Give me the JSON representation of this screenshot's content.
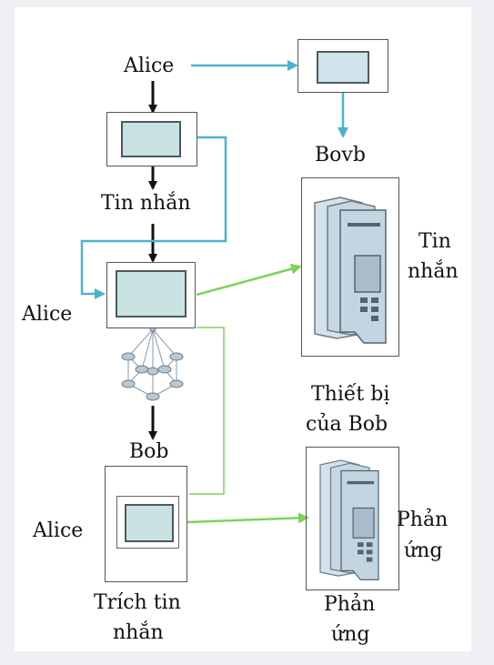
{
  "colors": {
    "blue_arrow": "#4bb3cf",
    "green_arrow": "#7dd35a",
    "black_arrow": "#111111",
    "screen_fill": "#c9e3e3",
    "device_fill": "#c6d8e4"
  },
  "labels": {
    "alice_top": "Alice",
    "bovb": "Bovb",
    "tin_nhan_left": "Tin nhắn",
    "tin_nhan_right_1": "Tin",
    "tin_nhan_right_2": "nhắn",
    "alice_mid": "Alice",
    "thiet_bi_1": "Thiết bị",
    "thiet_bi_2": "của Bob",
    "bob": "Bob",
    "alice_bottom": "Alice",
    "phan_ung_right_1": "Phản",
    "phan_ung_right_2": "ứng",
    "trich_1": "Trích tin",
    "trich_2": "nhắn",
    "phan_ung_bottom_1": "Phản",
    "phan_ung_bottom_2": "ứng"
  },
  "icons": [
    "monitor-icon",
    "tablet-icon",
    "phone-device-icon",
    "network-icon"
  ]
}
